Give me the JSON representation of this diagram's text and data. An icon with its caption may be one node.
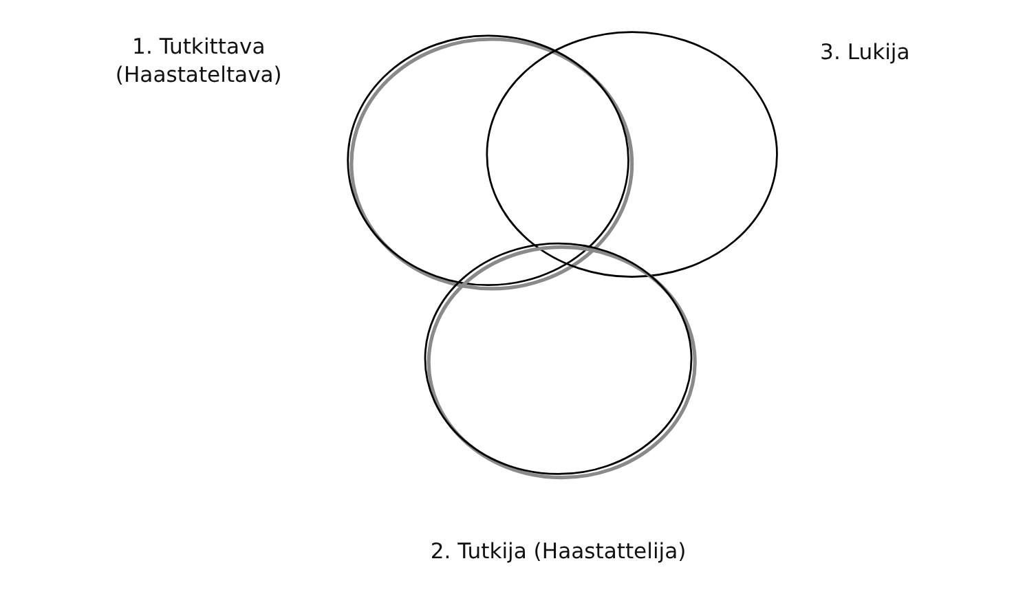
{
  "diagram": {
    "nodes": [
      {
        "text": [
          "1. Tutkittava (Haastateltava)"
        ]
      },
      {
        "text": [
          "3. Lukija"
        ]
      },
      {
        "text": [
          "2. Tutkija (Haastattelija)"
        ]
      }
    ]
  }
}
